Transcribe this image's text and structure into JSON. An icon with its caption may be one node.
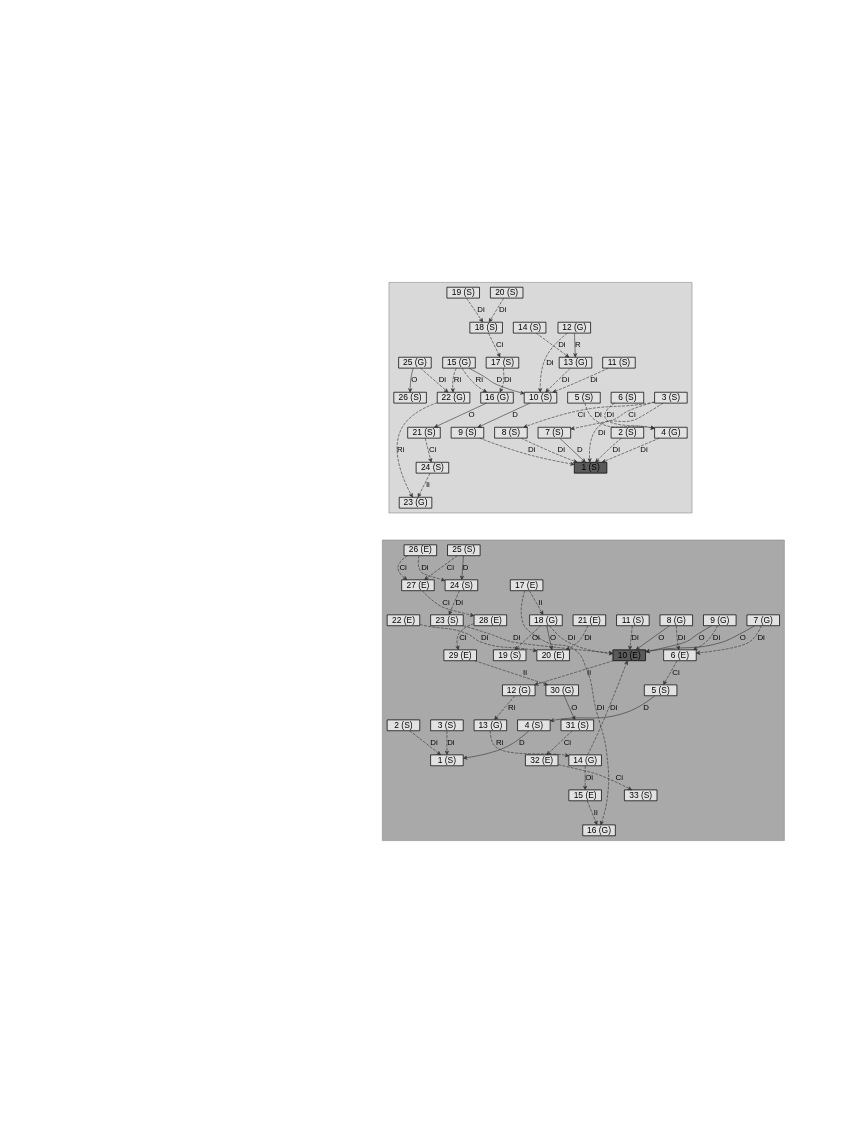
{
  "diagram": {
    "nodes": [
      {
        "text": [],
        "shape": "box"
      },
      {
        "text": [
          "1 (S)"
        ],
        "in": 0
      },
      {
        "text": [
          "2 (S)"
        ],
        "in": 0
      },
      {
        "text": [
          "3 (S)"
        ],
        "in": 0
      },
      {
        "text": [
          "4 (G)"
        ],
        "in": 0
      },
      {
        "text": [
          "5 (S)"
        ],
        "in": 0
      },
      {
        "text": [
          "6 (S)"
        ],
        "in": 0
      },
      {
        "text": [
          "7 (S)"
        ],
        "in": 0
      },
      {
        "text": [
          "8 (S)"
        ],
        "in": 0
      },
      {
        "text": [
          "9 (S)"
        ],
        "in": 0
      },
      {
        "text": [
          "10 (S)"
        ],
        "in": 0
      },
      {
        "text": [
          "11 (S)"
        ],
        "in": 0
      },
      {
        "text": [
          "12 (G)"
        ],
        "in": 0
      },
      {
        "text": [
          "13 (G)"
        ],
        "in": 0
      },
      {
        "text": [
          "14 (S)"
        ],
        "in": 0
      },
      {
        "text": [
          "15 (G)"
        ],
        "in": 0
      },
      {
        "text": [
          "16 (G)"
        ],
        "in": 0
      },
      {
        "text": [
          "17 (S)"
        ],
        "in": 0
      },
      {
        "text": [
          "18 (S)"
        ],
        "in": 0
      },
      {
        "text": [
          "19 (S)"
        ],
        "in": 0
      },
      {
        "text": [
          "20 (S)"
        ],
        "in": 0
      },
      {
        "text": [
          "21 (S)"
        ],
        "in": 0
      },
      {
        "text": [
          "22 (G)"
        ],
        "in": 0
      },
      {
        "text": [
          "23 (G)"
        ],
        "in": 0
      },
      {
        "text": [
          "24 (S)"
        ],
        "in": 0
      },
      {
        "text": [
          "25 (G)"
        ],
        "in": 0
      },
      {
        "text": [
          "26 (S)"
        ],
        "in": 0
      },
      {
        "text": [],
        "shape": "box"
      },
      {
        "text": [
          "1 (S)"
        ],
        "in": 27
      },
      {
        "text": [
          "2 (S)"
        ],
        "in": 27
      },
      {
        "text": [
          "3 (S)"
        ],
        "in": 27
      },
      {
        "text": [
          "4 (S)"
        ],
        "in": 27
      },
      {
        "text": [
          "5 (S)"
        ],
        "in": 27
      },
      {
        "text": [
          "6 (E)"
        ],
        "in": 27
      },
      {
        "text": [
          "7 (G)"
        ],
        "in": 27
      },
      {
        "text": [
          "8 (G)"
        ],
        "in": 27
      },
      {
        "text": [
          "9 (G)"
        ],
        "in": 27
      },
      {
        "text": [
          "10 (E)"
        ],
        "in": 27
      },
      {
        "text": [
          "11 (S)"
        ],
        "in": 27
      },
      {
        "text": [
          "12 (G)"
        ],
        "in": 27
      },
      {
        "text": [
          "13 (G)"
        ],
        "in": 27
      },
      {
        "text": [
          "14 (G)"
        ],
        "in": 27
      },
      {
        "text": [
          "15 (E)"
        ],
        "in": 27
      },
      {
        "text": [
          "16 (G)"
        ],
        "in": 27
      },
      {
        "text": [
          "17 (E)"
        ],
        "in": 27
      },
      {
        "text": [
          "18 (G)"
        ],
        "in": 27
      },
      {
        "text": [
          "19 (S)"
        ],
        "in": 27
      },
      {
        "text": [
          "20 (E)"
        ],
        "in": 27
      },
      {
        "text": [
          "21 (E)"
        ],
        "in": 27
      },
      {
        "text": [
          "22 (E)"
        ],
        "in": 27
      },
      {
        "text": [
          "23 (S)"
        ],
        "in": 27
      },
      {
        "text": [
          "24 (S)"
        ],
        "in": 27
      },
      {
        "text": [
          "25 (S)"
        ],
        "in": 27
      },
      {
        "text": [
          "26 (E)"
        ],
        "in": 27
      },
      {
        "text": [
          "27 (E)"
        ],
        "in": 27
      },
      {
        "text": [
          "28 (E)"
        ],
        "in": 27
      },
      {
        "text": [
          "29 (E)"
        ],
        "in": 27
      },
      {
        "text": [
          "30 (G)"
        ],
        "in": 27
      },
      {
        "text": [
          "31 (S)"
        ],
        "in": 27
      },
      {
        "text": [
          "32 (E)"
        ],
        "in": 27
      },
      {
        "text": [
          "33 (S)"
        ],
        "in": 27
      }
    ],
    "edges": [
      {
        "from": 14,
        "to": 13,
        "arrow": "to",
        "label": "Di",
        "style": "dashed"
      },
      {
        "from": 12,
        "to": 13,
        "arrow": "to",
        "label": "R"
      },
      {
        "from": 13,
        "to": 10,
        "arrow": "to",
        "label": "Di",
        "style": "dashed"
      },
      {
        "from": 12,
        "to": 10,
        "arrow": "to",
        "label": "Di",
        "style": "dashed"
      },
      {
        "from": 11,
        "to": 10,
        "arrow": "to",
        "label": "Di",
        "style": "dashed"
      },
      {
        "from": 10,
        "to": 9,
        "arrow": "to",
        "label": "D"
      },
      {
        "from": 9,
        "to": 1,
        "arrow": "to",
        "label": "Di",
        "style": "dashed"
      },
      {
        "from": 6,
        "to": 4,
        "arrow": "to",
        "label": "Di",
        "style": "dashed"
      },
      {
        "from": 5,
        "to": 4,
        "arrow": "to",
        "label": "Di",
        "style": "dashed"
      },
      {
        "from": 4,
        "to": 1,
        "arrow": "to",
        "label": "Di",
        "style": "dashed"
      },
      {
        "from": 8,
        "to": 1,
        "arrow": "to",
        "label": "Di",
        "style": "dashed"
      },
      {
        "from": 3,
        "to": 8,
        "arrow": "to",
        "label": "Ci",
        "style": "dashed"
      },
      {
        "from": 3,
        "to": 1,
        "arrow": "to",
        "label": "Di",
        "style": "dashed"
      },
      {
        "from": 3,
        "to": 7,
        "arrow": "to",
        "label": "Ci",
        "style": "dashed"
      },
      {
        "from": 7,
        "to": 1,
        "arrow": "to",
        "label": "D"
      },
      {
        "from": 2,
        "to": 1,
        "arrow": "to",
        "label": "Di",
        "style": "dashed"
      },
      {
        "from": 25,
        "to": 26,
        "arrow": "to",
        "label": "O"
      },
      {
        "from": 25,
        "to": 22,
        "arrow": "to",
        "label": "Di",
        "style": "dashed"
      },
      {
        "from": 15,
        "to": 22,
        "arrow": "to",
        "label": "Ri",
        "style": "dashed"
      },
      {
        "from": 22,
        "to": 23,
        "arrow": "to",
        "label": "Ri",
        "style": "dashed"
      },
      {
        "from": 15,
        "to": 10,
        "arrow": "to",
        "label": "D"
      },
      {
        "from": 15,
        "to": 16,
        "arrow": "to",
        "label": "Ri",
        "style": "dashed"
      },
      {
        "from": 24,
        "to": 23,
        "arrow": "to",
        "label": "Ii",
        "style": "dashed"
      },
      {
        "from": 21,
        "to": 24,
        "arrow": "to",
        "label": "Ci",
        "style": "dashed"
      },
      {
        "from": 16,
        "to": 21,
        "arrow": "to",
        "label": "O"
      },
      {
        "from": 17,
        "to": 16,
        "arrow": "to",
        "label": "Di",
        "style": "dashed"
      },
      {
        "from": 18,
        "to": 17,
        "arrow": "to",
        "label": "Ci",
        "style": "dashed"
      },
      {
        "from": 20,
        "to": 18,
        "arrow": "to",
        "label": "Di",
        "style": "dashed"
      },
      {
        "from": 19,
        "to": 18,
        "arrow": "to",
        "label": "Di",
        "style": "dashed"
      },
      {
        "from": 30,
        "to": 28,
        "arrow": "to",
        "label": "Di",
        "style": "dashed"
      },
      {
        "from": 29,
        "to": 28,
        "arrow": "to",
        "label": "Di",
        "style": "dashed"
      },
      {
        "from": 31,
        "to": 28,
        "arrow": "to",
        "label": "D"
      },
      {
        "from": 32,
        "to": 31,
        "arrow": "to",
        "label": "D"
      },
      {
        "from": 33,
        "to": 32,
        "arrow": "to",
        "label": "Ci",
        "style": "dashed"
      },
      {
        "from": 35,
        "to": 33,
        "arrow": "to",
        "label": "Di",
        "style": "dashed"
      },
      {
        "from": 34,
        "to": 33,
        "arrow": "to",
        "label": "Di",
        "style": "dashed"
      },
      {
        "from": 36,
        "to": 33,
        "arrow": "to",
        "label": "Di",
        "style": "dashed"
      },
      {
        "from": 35,
        "to": 37,
        "arrow": "to",
        "label": "O"
      },
      {
        "from": 34,
        "to": 37,
        "arrow": "to",
        "label": "O"
      },
      {
        "from": 36,
        "to": 37,
        "arrow": "to",
        "label": "O"
      },
      {
        "from": 50,
        "to": 37,
        "arrow": "to",
        "label": "Di",
        "style": "dashed"
      },
      {
        "from": 45,
        "to": 37,
        "arrow": "to",
        "label": "Di",
        "style": "dashed"
      },
      {
        "from": 38,
        "to": 37,
        "arrow": "to",
        "label": "Di",
        "style": "dashed"
      },
      {
        "from": 37,
        "to": 39,
        "arrow": "to",
        "label": "Ii",
        "style": "dashed"
      },
      {
        "from": 41,
        "to": 37,
        "arrow": "to",
        "label": "Di",
        "style": "dashed"
      },
      {
        "from": 39,
        "to": 40,
        "arrow": "to",
        "label": "Ri",
        "style": "dashed"
      },
      {
        "from": 40,
        "to": 41,
        "arrow": "to",
        "label": "Ri",
        "style": "dashed"
      },
      {
        "from": 41,
        "to": 42,
        "arrow": "to",
        "label": "Oi",
        "style": "dashed"
      },
      {
        "from": 42,
        "to": 43,
        "arrow": "to",
        "label": "Ii",
        "style": "dashed"
      },
      {
        "from": 44,
        "to": 43,
        "arrow": "to",
        "label": "Di",
        "style": "dashed"
      },
      {
        "from": 44,
        "to": 45,
        "arrow": "to",
        "label": "Ii",
        "style": "dashed"
      },
      {
        "from": 45,
        "to": 46,
        "arrow": "to",
        "label": "Oi",
        "style": "dashed"
      },
      {
        "from": 45,
        "to": 47,
        "arrow": "to",
        "label": "O"
      },
      {
        "from": 48,
        "to": 47,
        "arrow": "to",
        "label": "Di",
        "style": "dashed"
      },
      {
        "from": 49,
        "to": 47,
        "arrow": "to",
        "label": "Di",
        "style": "dashed"
      },
      {
        "from": 53,
        "to": 51,
        "arrow": "to",
        "label": "Di",
        "style": "dashed"
      },
      {
        "from": 51,
        "to": 50,
        "arrow": "to",
        "label": "Di",
        "style": "dashed"
      },
      {
        "from": 52,
        "to": 51,
        "arrow": "to",
        "label": "D"
      },
      {
        "from": 52,
        "to": 54,
        "arrow": "to",
        "label": "Ci",
        "style": "dashed"
      },
      {
        "from": 53,
        "to": 54,
        "arrow": "to",
        "label": "Ci",
        "style": "dashed"
      },
      {
        "from": 54,
        "to": 55,
        "arrow": "to",
        "label": "Ci",
        "style": "dashed"
      },
      {
        "from": 55,
        "to": 56,
        "arrow": "to",
        "label": "Ci",
        "style": "dashed"
      },
      {
        "from": 56,
        "to": 57,
        "arrow": "to",
        "label": "Ii",
        "style": "dashed"
      },
      {
        "from": 57,
        "to": 58,
        "arrow": "to",
        "label": "O"
      },
      {
        "from": 58,
        "to": 59,
        "arrow": "to",
        "label": "Ci",
        "style": "dashed"
      },
      {
        "from": 59,
        "to": 60,
        "arrow": "to",
        "label": "Ci",
        "style": "dashed"
      }
    ]
  }
}
